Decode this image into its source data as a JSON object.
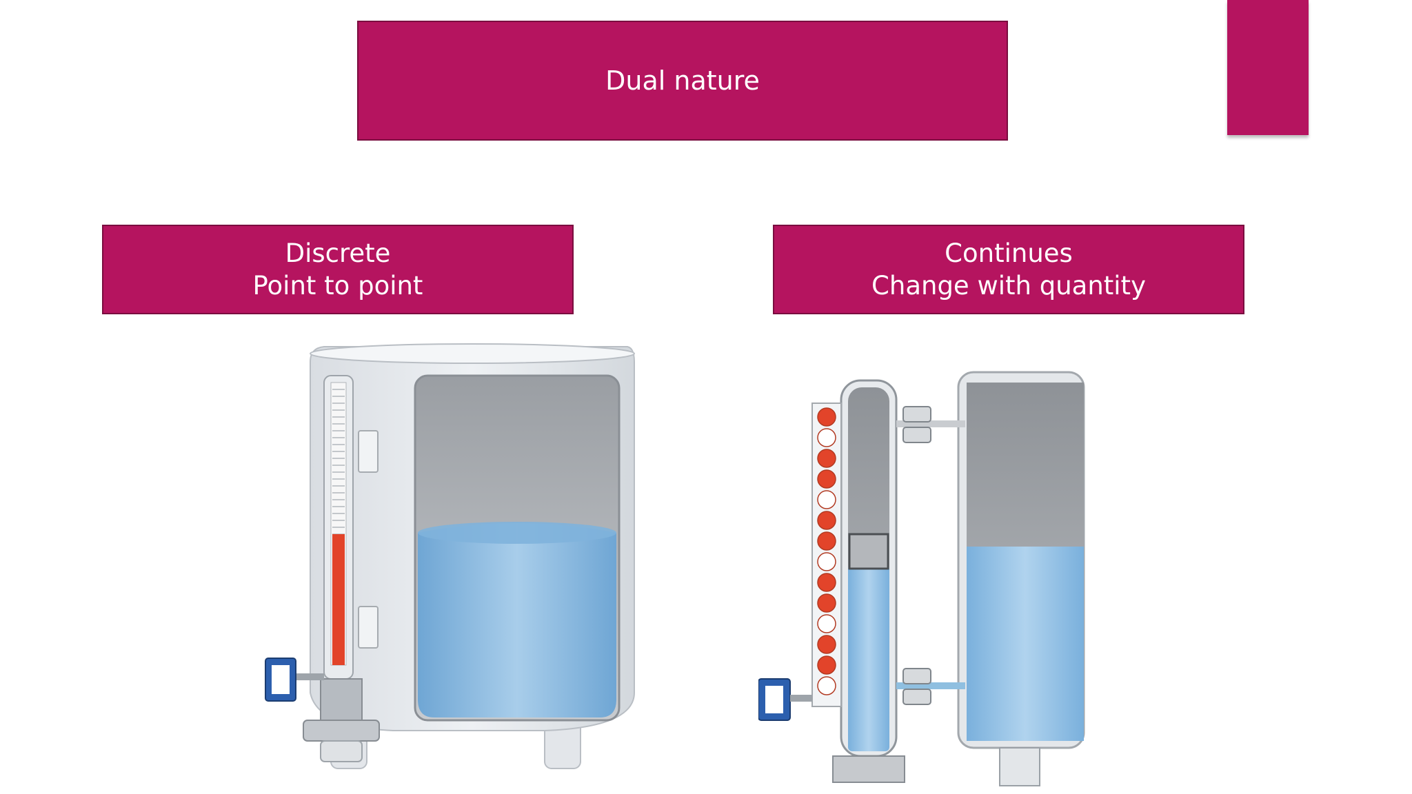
{
  "title": {
    "text": "Dual nature"
  },
  "categories": [
    {
      "line1": "Discrete",
      "line2": "Point to point"
    },
    {
      "line1": "Continues",
      "line2": "Change with quantity"
    }
  ],
  "colors": {
    "accent": "#b5145f",
    "accent_border": "#7a0d3f",
    "liquid": "#8fbfe0",
    "indicator_red": "#e2442a"
  }
}
